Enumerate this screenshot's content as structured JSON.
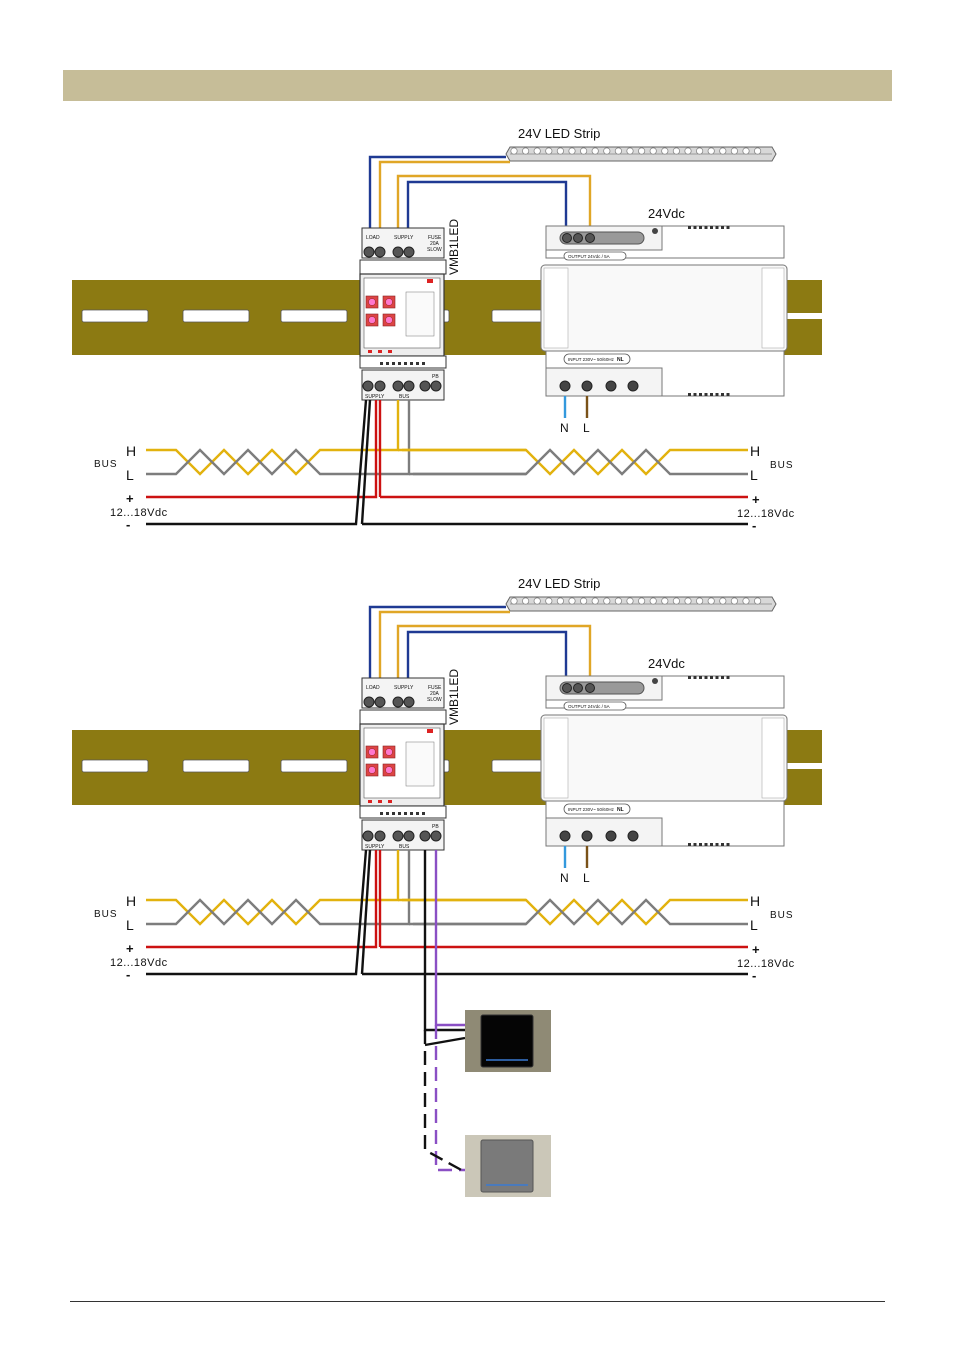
{
  "diagrams": [
    {
      "led_strip_label": "24V LED Strip",
      "psu_label": "24Vdc",
      "module_label": "VMB1LED",
      "psu_output": "OUTPUT 24Vdc / 5A",
      "psu_input": "INPUT 230V~ 50/60Hz",
      "psu_badge": "NL",
      "neutral_label": "N",
      "line_label": "L",
      "bus_label": "BUS",
      "bus_h": "H",
      "bus_l": "L",
      "plus": "+",
      "minus": "-",
      "supply_voltage": "12...18Vdc",
      "terminal_load": "LOAD",
      "terminal_supply": "SUPPLY",
      "terminal_fuse": "FUSE",
      "fuse_rating": "20A",
      "fuse_type": "SLOW",
      "terminal_bus": "BUS",
      "terminal_pb": "PB"
    },
    {
      "led_strip_label": "24V LED Strip",
      "psu_label": "24Vdc",
      "module_label": "VMB1LED",
      "psu_output": "OUTPUT 24Vdc / 5A",
      "psu_input": "INPUT 230V~ 50/60Hz",
      "psu_badge": "NL",
      "neutral_label": "N",
      "line_label": "L",
      "bus_label": "BUS",
      "bus_h": "H",
      "bus_l": "L",
      "plus": "+",
      "minus": "-",
      "supply_voltage": "12...18Vdc",
      "terminal_load": "LOAD",
      "terminal_supply": "SUPPLY",
      "terminal_fuse": "FUSE",
      "fuse_rating": "20A",
      "fuse_type": "SLOW",
      "terminal_bus": "BUS",
      "terminal_pb": "PB"
    }
  ],
  "colors": {
    "header": "#c6bd98",
    "rail": "#8c7a12",
    "wire_blue": "#1f3a93",
    "wire_orange": "#e0a626",
    "wire_red": "#cc1111",
    "wire_black": "#111111",
    "wire_gray": "#7d7d7d",
    "wire_yellow": "#e2b20e",
    "wire_purple": "#8a4fc4",
    "wire_neutral": "#3399dd",
    "wire_line": "#7a5218"
  }
}
